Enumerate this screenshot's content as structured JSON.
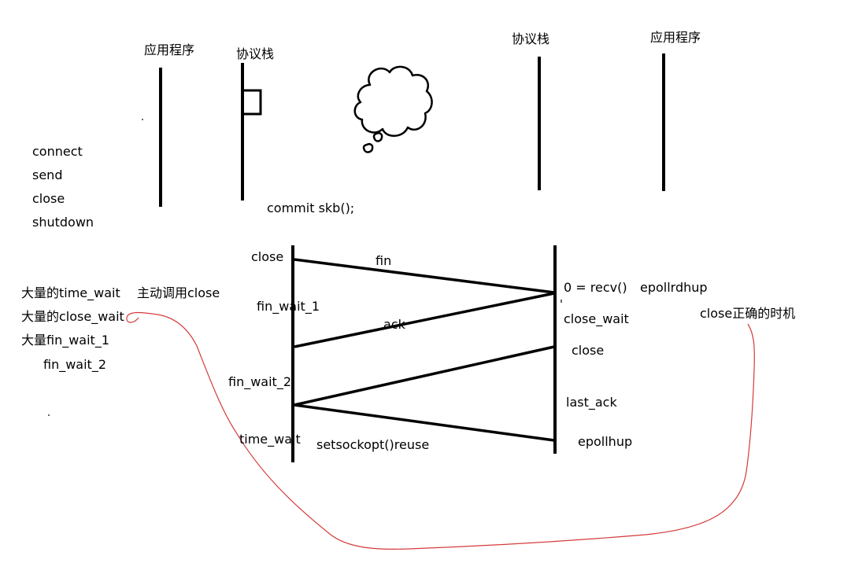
{
  "headers": {
    "left_app": "应用程序",
    "left_stack": "协议栈",
    "right_stack": "协议栈",
    "right_app": "应用程序"
  },
  "api_list": [
    "connect",
    "send",
    "close",
    "shutdown"
  ],
  "commit": "commit skb();",
  "client_states": {
    "close": "close",
    "fin_wait_1": "fin_wait_1",
    "fin_wait_2": "fin_wait_2",
    "time_wait": "time_wait"
  },
  "server_states": {
    "recv": "0 = recv()",
    "close_wait": "close_wait",
    "close": "close",
    "last_ack": "last_ack",
    "epollhup": "epollhup"
  },
  "packets": {
    "fin": "fin",
    "ack": "ack",
    "reuse": "setsockopt()reuse"
  },
  "side_right": {
    "epollrdhup": "epollrdhup",
    "close_timing": "close正确的时机"
  },
  "notes_left": {
    "many_time_wait": "大量的time_wait",
    "active_close": "主动调用close",
    "many_close_wait": "大量的close_wait",
    "many_fin_wait_1": "大量fin_wait_1",
    "fin_wait_2": "fin_wait_2"
  },
  "colors": {
    "ink": "#000000",
    "annotation": "#d43a3a",
    "background": "#ffffff"
  }
}
